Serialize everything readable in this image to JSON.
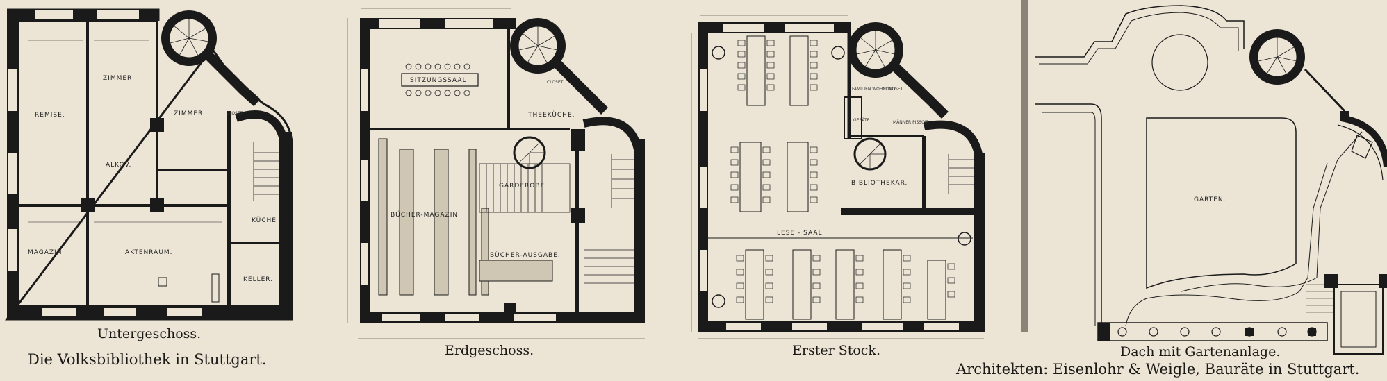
{
  "plans": [
    {
      "caption": "Untergeschoss.",
      "rooms": [
        "REMISE.",
        "ZIMMER",
        "ZIMMER.",
        "ALKOV.",
        "MAGAZIN",
        "AKTENRAUM.",
        "KÜCHE",
        "KELLER.",
        "CLOSET"
      ]
    },
    {
      "caption": "Erdgeschoss.",
      "rooms": [
        "SITZUNGSSAAL",
        "CLOSET",
        "THEEKÜCHE.",
        "GARDEROBE",
        "BÜCHER-MAGAZIN",
        "BÜCHER-AUSGABE."
      ]
    },
    {
      "caption": "Erster Stock.",
      "rooms": [
        "FAMILIEN WOHNUNG",
        "CLOSET",
        "GERÄTE",
        "MÄNNER PISSOIR",
        "BIBLIOTHEKAR.",
        "LESE - SAAL"
      ]
    },
    {
      "caption": "Dach mit Gartenanlage.",
      "rooms": [
        "GARTEN."
      ]
    }
  ],
  "title": "Die Volksbibliothek in Stuttgart.",
  "credits": "Architekten: Eisenlohr & Weigle, Bauräte in Stuttgart."
}
